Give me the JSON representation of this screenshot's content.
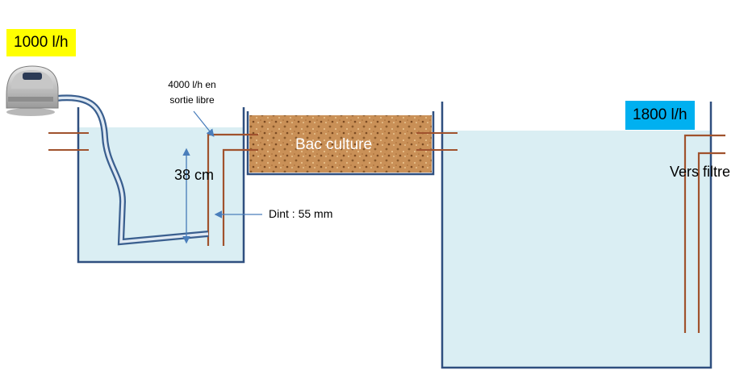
{
  "labels": {
    "pump_flow": "1000 l/h",
    "free_outflow": "4000 l/h en sortie libre",
    "water_height": "38 cm",
    "inner_diameter": "Dint : 55 mm",
    "culture_bed": "Bac culture",
    "tank_flow": "1800 l/h",
    "to_filter": "Vers filtre"
  },
  "colors": {
    "pump_badge": "#ffff00",
    "tank_badge": "#00b0f0",
    "water": "#daeef3",
    "tank_outline": "#2f4f7f",
    "pipe": "#a0522d",
    "air_hose": "#3a5f8f",
    "arrow": "#4a7ebb",
    "substrate": "#c99057"
  },
  "icons": {
    "air_pump": "air-pump-icon"
  }
}
